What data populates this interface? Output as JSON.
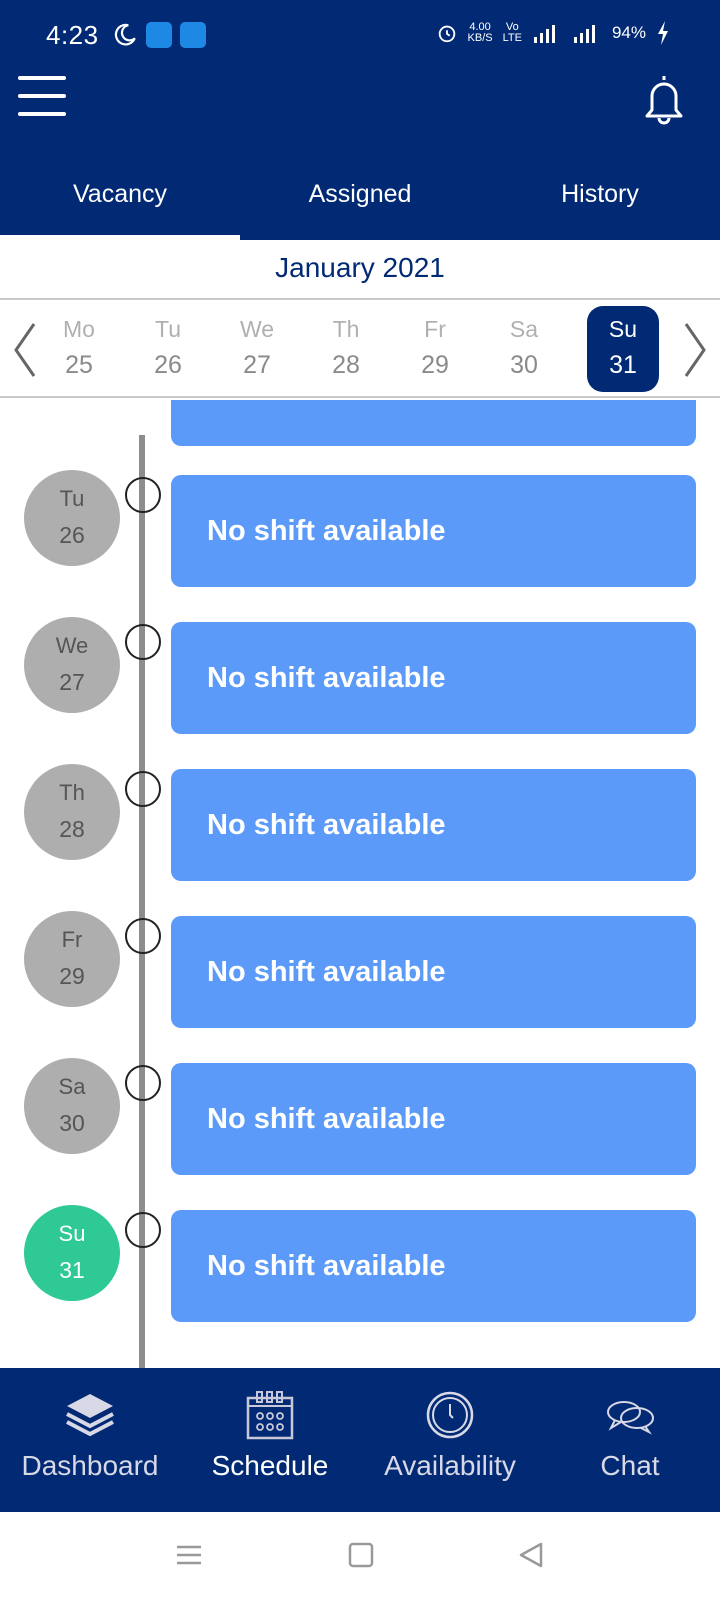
{
  "status_bar": {
    "time": "4:23",
    "network_speed": "4.00",
    "network_unit": "KB/S",
    "volte": "Vo",
    "lte": "LTE",
    "battery": "94%"
  },
  "header": {
    "tabs": [
      {
        "label": "Vacancy",
        "active": true
      },
      {
        "label": "Assigned",
        "active": false
      },
      {
        "label": "History",
        "active": false
      }
    ]
  },
  "month_label": "January 2021",
  "week": [
    {
      "name": "Mo",
      "date": "25",
      "selected": false
    },
    {
      "name": "Tu",
      "date": "26",
      "selected": false
    },
    {
      "name": "We",
      "date": "27",
      "selected": false
    },
    {
      "name": "Th",
      "date": "28",
      "selected": false
    },
    {
      "name": "Fr",
      "date": "29",
      "selected": false
    },
    {
      "name": "Sa",
      "date": "30",
      "selected": false
    },
    {
      "name": "Su",
      "date": "31",
      "selected": true
    }
  ],
  "timeline": [
    {
      "name": "Tu",
      "date": "26",
      "shift": "No shift available",
      "today": false
    },
    {
      "name": "We",
      "date": "27",
      "shift": "No shift available",
      "today": false
    },
    {
      "name": "Th",
      "date": "28",
      "shift": "No shift available",
      "today": false
    },
    {
      "name": "Fr",
      "date": "29",
      "shift": "No shift available",
      "today": false
    },
    {
      "name": "Sa",
      "date": "30",
      "shift": "No shift available",
      "today": false
    },
    {
      "name": "Su",
      "date": "31",
      "shift": "No shift available",
      "today": true
    }
  ],
  "bottom_nav": [
    {
      "label": "Dashboard",
      "icon": "layers-icon",
      "active": false
    },
    {
      "label": "Schedule",
      "icon": "calendar-icon",
      "active": true
    },
    {
      "label": "Availability",
      "icon": "clock-icon",
      "active": false
    },
    {
      "label": "Chat",
      "icon": "chat-bubbles-icon",
      "active": false
    }
  ],
  "colors": {
    "primary": "#022a74",
    "card": "#5b9af8",
    "today": "#2ec995",
    "past_day": "#aeaeae"
  }
}
